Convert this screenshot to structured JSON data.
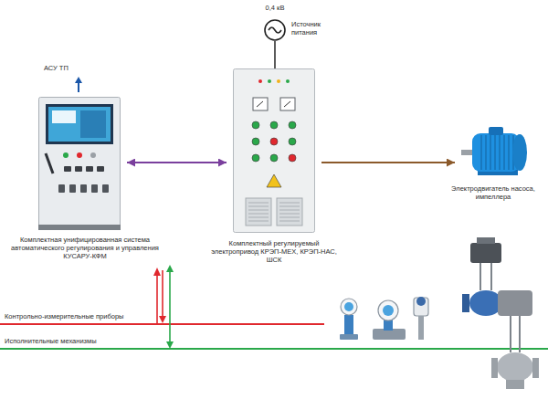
{
  "diagram": {
    "nodes": [
      {
        "text": [
          "Комплектная унифицированная система автоматического регулирования и управления КУСАРУ-КФМ"
        ]
      },
      {
        "text": [
          "Комплектный регулируемый электропривод КРЭП-МЕХ, КРЭП-НАС, ШСК"
        ]
      },
      {
        "text": [
          "0,4 кВ",
          "Источник питания"
        ]
      },
      {
        "text": [
          "Электродвигатель насоса, импеллера"
        ]
      }
    ],
    "edges": [
      {
        "from": 0,
        "to": 1,
        "arrow": "both"
      },
      {
        "from": 1,
        "to": 3,
        "arrow": "to"
      },
      {
        "from": 2,
        "to": 1,
        "arrow": "none"
      }
    ],
    "labels": [
      "АСУ ТП",
      "Контрольно-измерительные приборы",
      "Исполнительные механизмы"
    ]
  }
}
